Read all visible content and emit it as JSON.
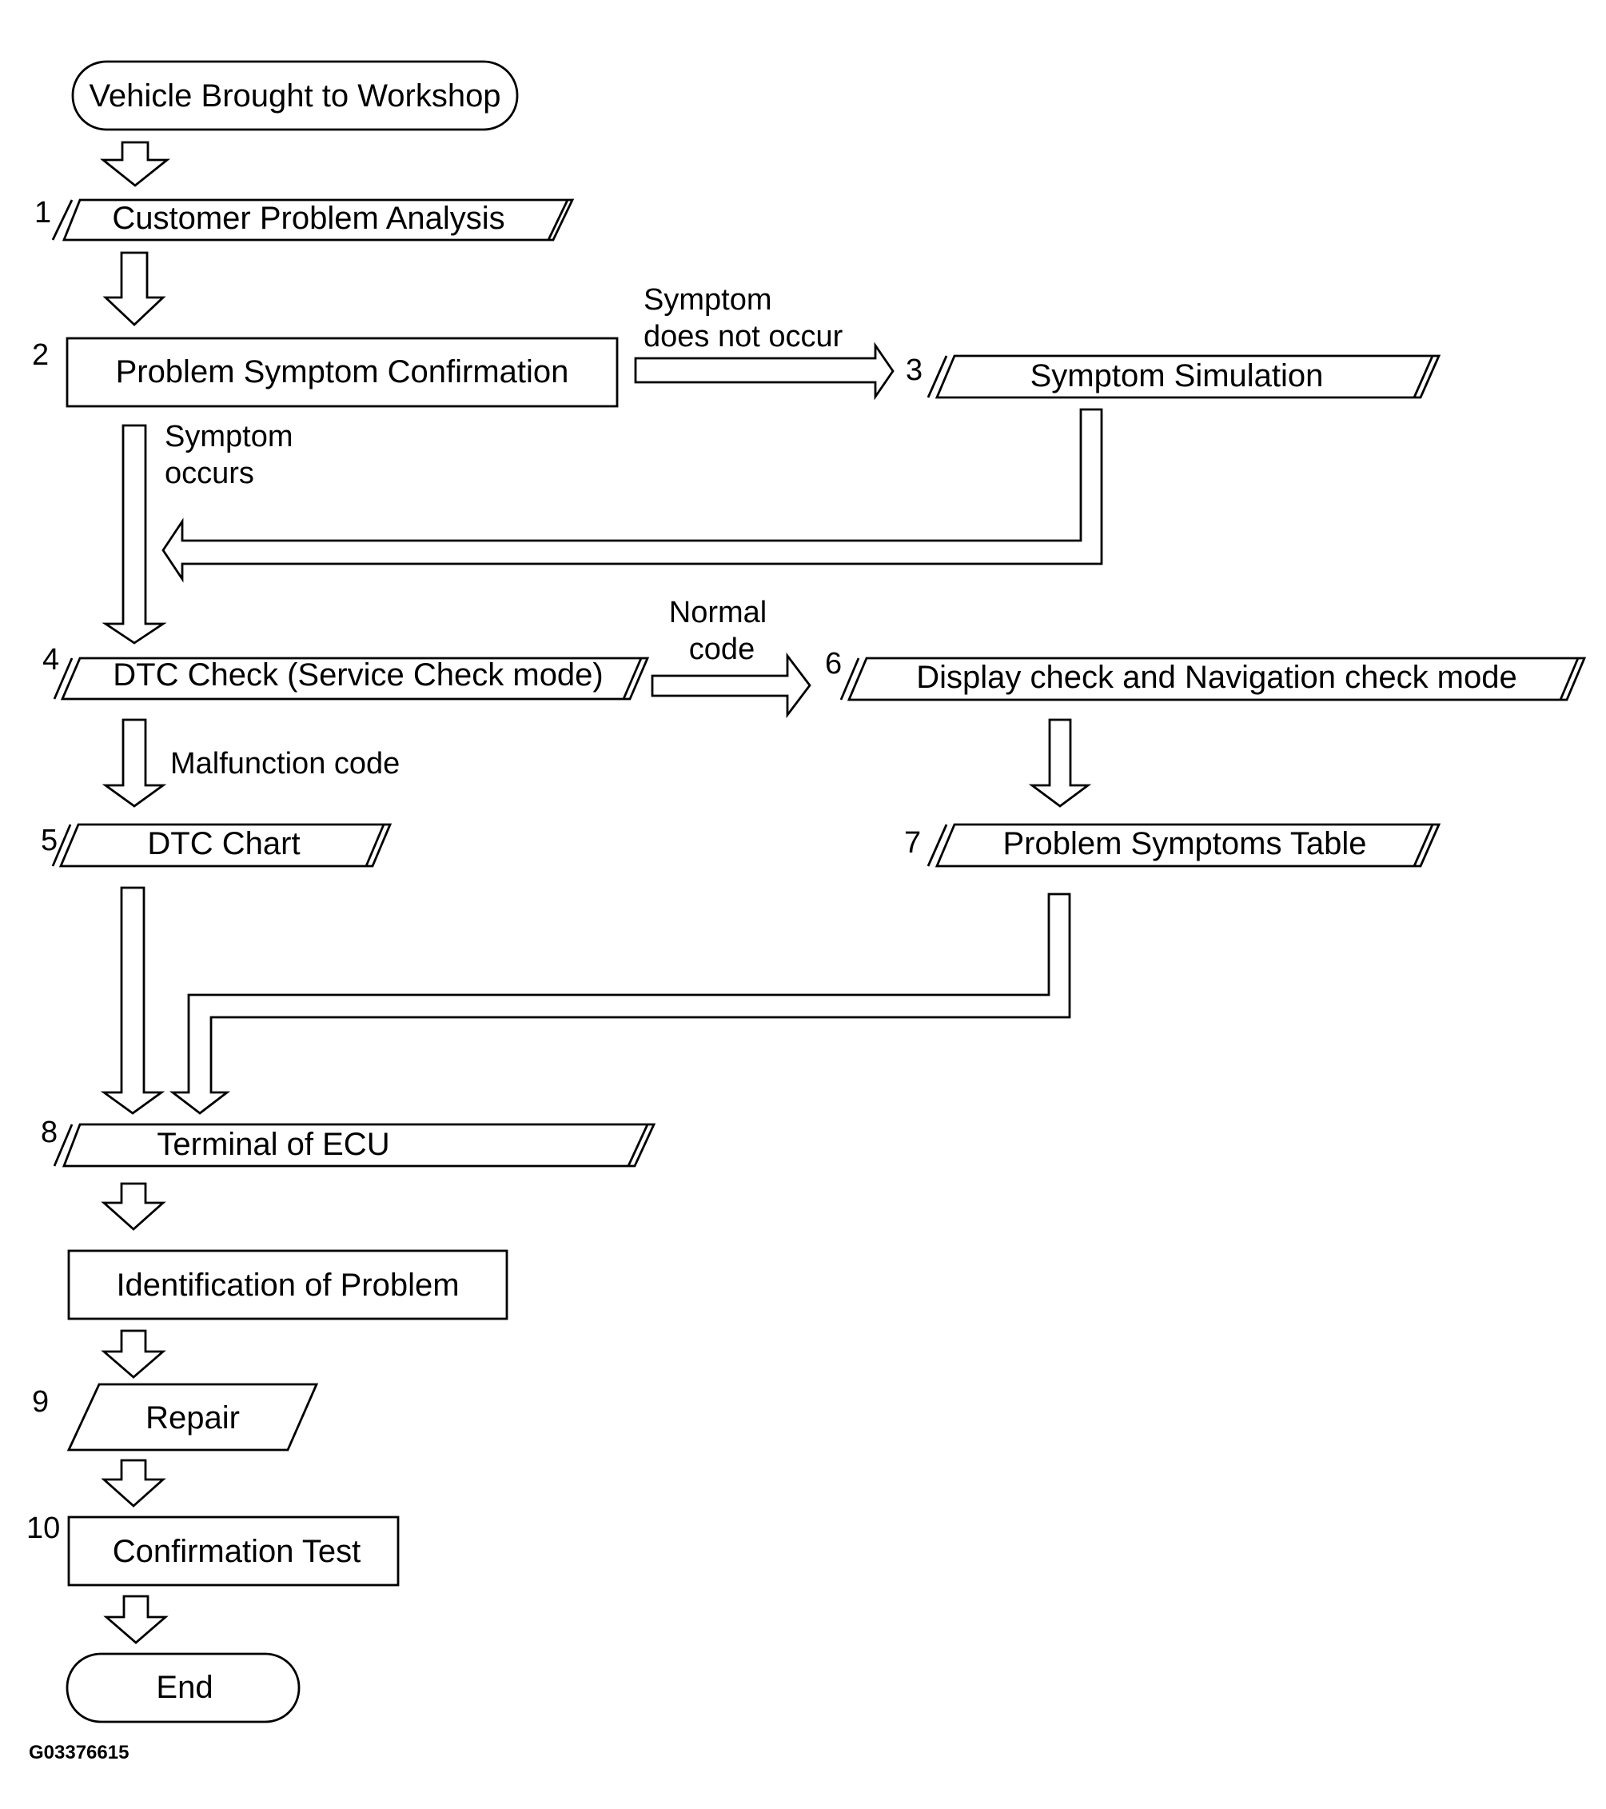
{
  "steps": {
    "start": "Vehicle Brought to Workshop",
    "s1": {
      "num": "1",
      "label": "Customer Problem Analysis"
    },
    "s2": {
      "num": "2",
      "label": "Problem Symptom Confirmation"
    },
    "s3": {
      "num": "3",
      "label": "Symptom Simulation"
    },
    "s4": {
      "num": "4",
      "label": "DTC Check (Service Check mode)"
    },
    "s5": {
      "num": "5",
      "label": "DTC Chart"
    },
    "s6": {
      "num": "6",
      "label": "Display check and Navigation check mode"
    },
    "s7": {
      "num": "7",
      "label": "Problem Symptoms Table"
    },
    "s8": {
      "num": "8",
      "label": "Terminal of ECU"
    },
    "ident": "Identification of Problem",
    "s9": {
      "num": "9",
      "label": "Repair"
    },
    "s10": {
      "num": "10",
      "label": "Confirmation Test"
    },
    "end": "End"
  },
  "branch_labels": {
    "not_occur_1": "Symptom",
    "not_occur_2": "does not occur",
    "occurs_1": "Symptom",
    "occurs_2": "occurs",
    "normal_1": "Normal",
    "normal_2": "code",
    "malfunction": "Malfunction code"
  },
  "figure_id": "G03376615"
}
